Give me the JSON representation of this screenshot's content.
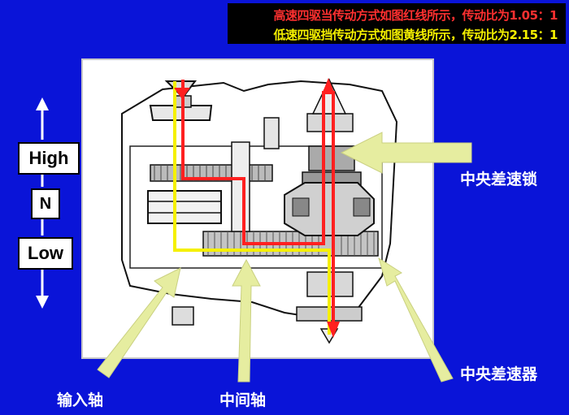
{
  "header": {
    "line_high": "高速四驱当传动方式如图红线所示，传动比为1.05：1",
    "line_low": "低速四驱挡传动方式如图黄线所示，传动比为2.15：1"
  },
  "gear_selector": {
    "high": "High",
    "neutral": "N",
    "low": "Low"
  },
  "labels": {
    "center_diff_lock": "中央差速锁",
    "center_diff": "中央差速器",
    "input_shaft": "输入轴",
    "intermediate_shaft": "中间轴"
  },
  "colors": {
    "background": "#0a14d8",
    "high_path": "#ff2020",
    "low_path": "#f5f000",
    "callout_arrow": "#e6eda0",
    "label_text": "#ffffff"
  }
}
